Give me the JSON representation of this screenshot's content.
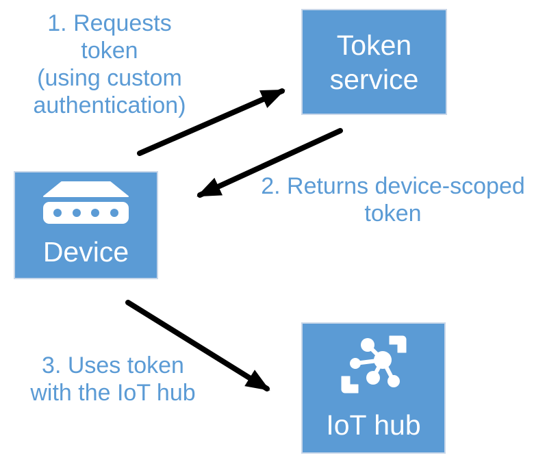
{
  "colors": {
    "background": "#ffffff",
    "box_fill": "#5b9bd5",
    "box_border": "#c9d7e9",
    "label_blue": "#5b9bd5",
    "box_text": "#ffffff",
    "arrow_black": "#000000",
    "device_dot": "#5b9bd5"
  },
  "nodes": {
    "token_service": {
      "label": "Token\nservice"
    },
    "device": {
      "label": "Device",
      "icon": "device-icon"
    },
    "iot_hub": {
      "label": "IoT hub",
      "icon": "iot-hub-icon"
    }
  },
  "annotations": {
    "step1": "1. Requests\ntoken\n(using custom\nauthentication)",
    "step2": "2. Returns device-scoped\ntoken",
    "step3": "3. Uses token\nwith the IoT hub"
  },
  "arrows": [
    {
      "step": "1",
      "from": "device",
      "to": "token-service"
    },
    {
      "step": "2",
      "from": "token-service",
      "to": "device"
    },
    {
      "step": "3",
      "from": "device",
      "to": "iot-hub"
    }
  ]
}
